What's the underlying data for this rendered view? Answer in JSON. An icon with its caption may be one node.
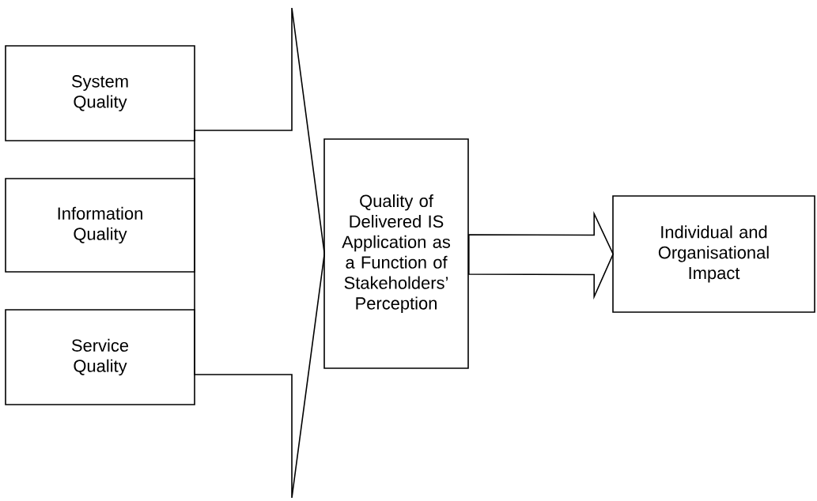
{
  "diagram": {
    "nodes": [
      {
        "text": [
          "System Quality"
        ]
      },
      {
        "text": [
          "Information Quality"
        ]
      },
      {
        "text": [
          "Service Quality"
        ]
      },
      {
        "text": [
          "Quality of Delivered IS Application as a Function of Stakeholders’ Perception"
        ]
      },
      {
        "text": [
          "Individual and Organisational Impact"
        ]
      }
    ],
    "edges": [
      {
        "from": 0,
        "to": 3,
        "arrow": "to"
      },
      {
        "from": 1,
        "to": 3,
        "arrow": "to"
      },
      {
        "from": 2,
        "to": 3,
        "arrow": "to"
      },
      {
        "from": 3,
        "to": 4,
        "arrow": "to"
      }
    ]
  }
}
